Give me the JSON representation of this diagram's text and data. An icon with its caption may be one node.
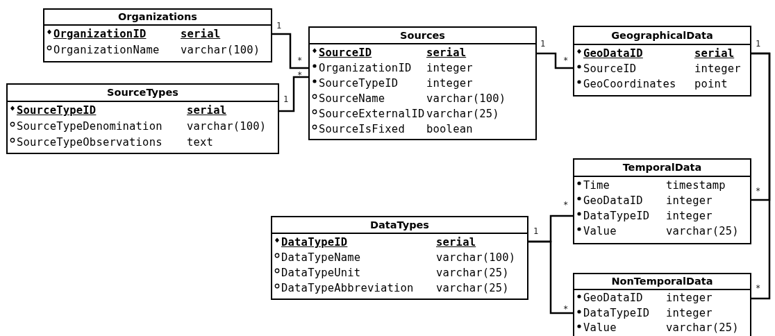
{
  "diagram": {
    "nodes": [
      {
        "text": [
          "Organizations"
        ]
      },
      {
        "text": [
          "OrganizationID"
        ],
        "in": 0
      },
      {
        "text": [
          "serial"
        ],
        "in": 0
      },
      {
        "text": [
          "OrganizationName"
        ],
        "in": 0
      },
      {
        "text": [
          "varchar(100)"
        ],
        "in": 0
      },
      {
        "text": [
          "Sources"
        ]
      },
      {
        "text": [
          "SourceID"
        ],
        "in": 5
      },
      {
        "text": [
          "serial"
        ],
        "in": 5
      },
      {
        "text": [
          "OrganizationID"
        ],
        "in": 5
      },
      {
        "text": [
          "integer"
        ],
        "in": 5
      },
      {
        "text": [
          "SourceTypeID"
        ],
        "in": 5
      },
      {
        "text": [
          "integer"
        ],
        "in": 5
      },
      {
        "text": [
          "SourceName"
        ],
        "in": 5
      },
      {
        "text": [
          "varchar(100)"
        ],
        "in": 5
      },
      {
        "text": [
          "SourceExternalID"
        ],
        "in": 5
      },
      {
        "text": [
          "varchar(25)"
        ],
        "in": 5
      },
      {
        "text": [
          "SourceIsFixed"
        ],
        "in": 5
      },
      {
        "text": [
          "boolean"
        ],
        "in": 5
      },
      {
        "text": [
          "GeographicalData"
        ]
      },
      {
        "text": [
          "GeoDataID"
        ],
        "in": 18
      },
      {
        "text": [
          "serial"
        ],
        "in": 18
      },
      {
        "text": [
          "SourceID"
        ],
        "in": 18
      },
      {
        "text": [
          "integer"
        ],
        "in": 18
      },
      {
        "text": [
          "GeoCoordinates"
        ],
        "in": 18
      },
      {
        "text": [
          "point"
        ],
        "in": 18
      },
      {
        "text": [
          "SourceTypes"
        ]
      },
      {
        "text": [
          "SourceTypeID"
        ],
        "in": 25
      },
      {
        "text": [
          "serial"
        ],
        "in": 25
      },
      {
        "text": [
          "SourceTypeDenomination"
        ],
        "in": 25
      },
      {
        "text": [
          "varchar(100)"
        ],
        "in": 25
      },
      {
        "text": [
          "SourceTypeObservations"
        ],
        "in": 25
      },
      {
        "text": [
          "text"
        ],
        "in": 25
      },
      {
        "text": [
          "TemporalData"
        ]
      },
      {
        "text": [
          "Time"
        ],
        "in": 32
      },
      {
        "text": [
          "timestamp"
        ],
        "in": 32
      },
      {
        "text": [
          "GeoDataID"
        ],
        "in": 32
      },
      {
        "text": [
          "integer"
        ],
        "in": 32
      },
      {
        "text": [
          "DataTypeID"
        ],
        "in": 32
      },
      {
        "text": [
          "integer"
        ],
        "in": 32
      },
      {
        "text": [
          "Value"
        ],
        "in": 32
      },
      {
        "text": [
          "varchar(25)"
        ],
        "in": 32
      },
      {
        "text": [
          "DataTypes"
        ]
      },
      {
        "text": [
          "DataTypeID"
        ],
        "in": 41
      },
      {
        "text": [
          "serial"
        ],
        "in": 41
      },
      {
        "text": [
          "DataTypeName"
        ],
        "in": 41
      },
      {
        "text": [
          "varchar(100)"
        ],
        "in": 41
      },
      {
        "text": [
          "DataTypeUnit"
        ],
        "in": 41
      },
      {
        "text": [
          "varchar(25)"
        ],
        "in": 41
      },
      {
        "text": [
          "DataTypeAbbreviation"
        ],
        "in": 41
      },
      {
        "text": [
          "varchar(25)"
        ],
        "in": 41
      },
      {
        "text": [
          "NonTemporalData"
        ]
      },
      {
        "text": [
          "GeoDataID"
        ],
        "in": 50
      },
      {
        "text": [
          "integer"
        ],
        "in": 50
      },
      {
        "text": [
          "DataTypeID"
        ],
        "in": 50
      },
      {
        "text": [
          "integer"
        ],
        "in": 50
      },
      {
        "text": [
          "Value"
        ],
        "in": 50
      },
      {
        "text": [
          "varchar(25)"
        ],
        "in": 50
      }
    ],
    "edges": [
      {
        "from": 0,
        "to": 5,
        "arrow": "none"
      },
      {
        "from": 25,
        "to": 5,
        "arrow": "none"
      },
      {
        "from": 5,
        "to": 18,
        "arrow": "none"
      },
      {
        "from": 18,
        "to": 32,
        "arrow": "none"
      },
      {
        "from": 18,
        "to": 50,
        "arrow": "none"
      },
      {
        "from": 41,
        "to": 32,
        "arrow": "none"
      },
      {
        "from": 41,
        "to": 50,
        "arrow": "none"
      }
    ],
    "labels": [
      "1",
      "1",
      "1",
      "*",
      "*",
      "*",
      "1",
      "*",
      "*",
      "1",
      "*",
      "*"
    ]
  }
}
